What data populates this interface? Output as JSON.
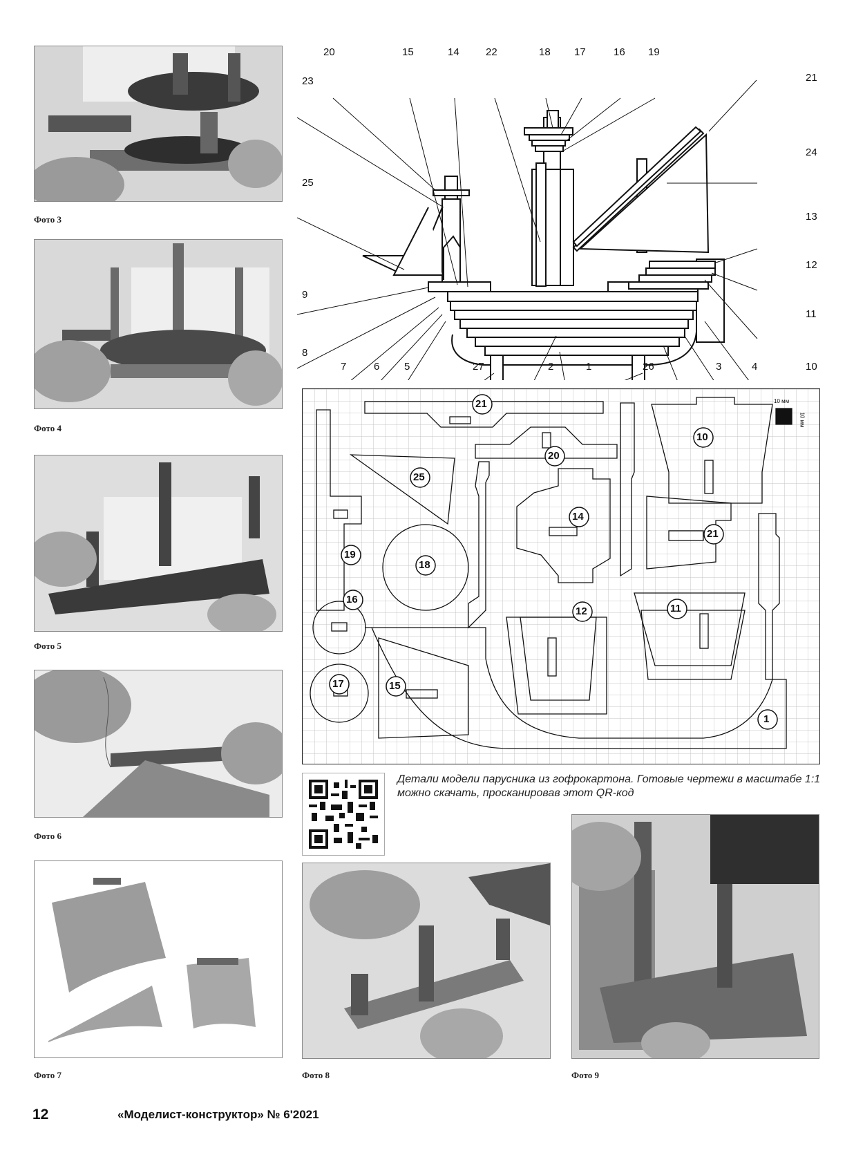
{
  "photos": [
    {
      "caption": "Фото 3"
    },
    {
      "caption": "Фото 4"
    },
    {
      "caption": "Фото 5"
    },
    {
      "caption": "Фото 6"
    },
    {
      "caption": "Фото 7"
    },
    {
      "caption": "Фото 8"
    },
    {
      "caption": "Фото 9"
    }
  ],
  "side_view": {
    "callouts": [
      "20",
      "15",
      "14",
      "22",
      "18",
      "17",
      "16",
      "19",
      "21",
      "23",
      "24",
      "25",
      "13",
      "12",
      "9",
      "11",
      "8",
      "7",
      "6",
      "5",
      "27",
      "2",
      "1",
      "26",
      "3",
      "4",
      "10"
    ]
  },
  "parts_sheet": {
    "scale_label": "10 мм",
    "parts": [
      "21",
      "20",
      "10",
      "25",
      "14",
      "21",
      "19",
      "18",
      "16",
      "12",
      "11",
      "15",
      "17",
      "1"
    ]
  },
  "description": "Детали модели парусника из гофрокартона. Готовые чертежи в масштабе 1:1 можно скачать, просканировав этот QR-код",
  "footer": {
    "page_number": "12",
    "magazine": "«Моделист-конструктор» № 6'2021"
  }
}
